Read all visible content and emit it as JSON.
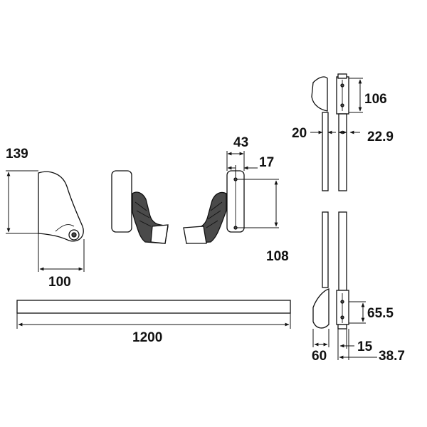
{
  "dimensions": {
    "handle_height": "139",
    "handle_width": "100",
    "bar_length": "1200",
    "latch_total_width": "43",
    "latch_offset": "17",
    "latch_height": "108",
    "top_latch_height": "106",
    "top_rod_gap": "20",
    "top_rod_width": "22.9",
    "bottom_latch_height": "65.5",
    "bottom_width": "60",
    "bottom_offset": "15",
    "bottom_total": "38.7"
  }
}
